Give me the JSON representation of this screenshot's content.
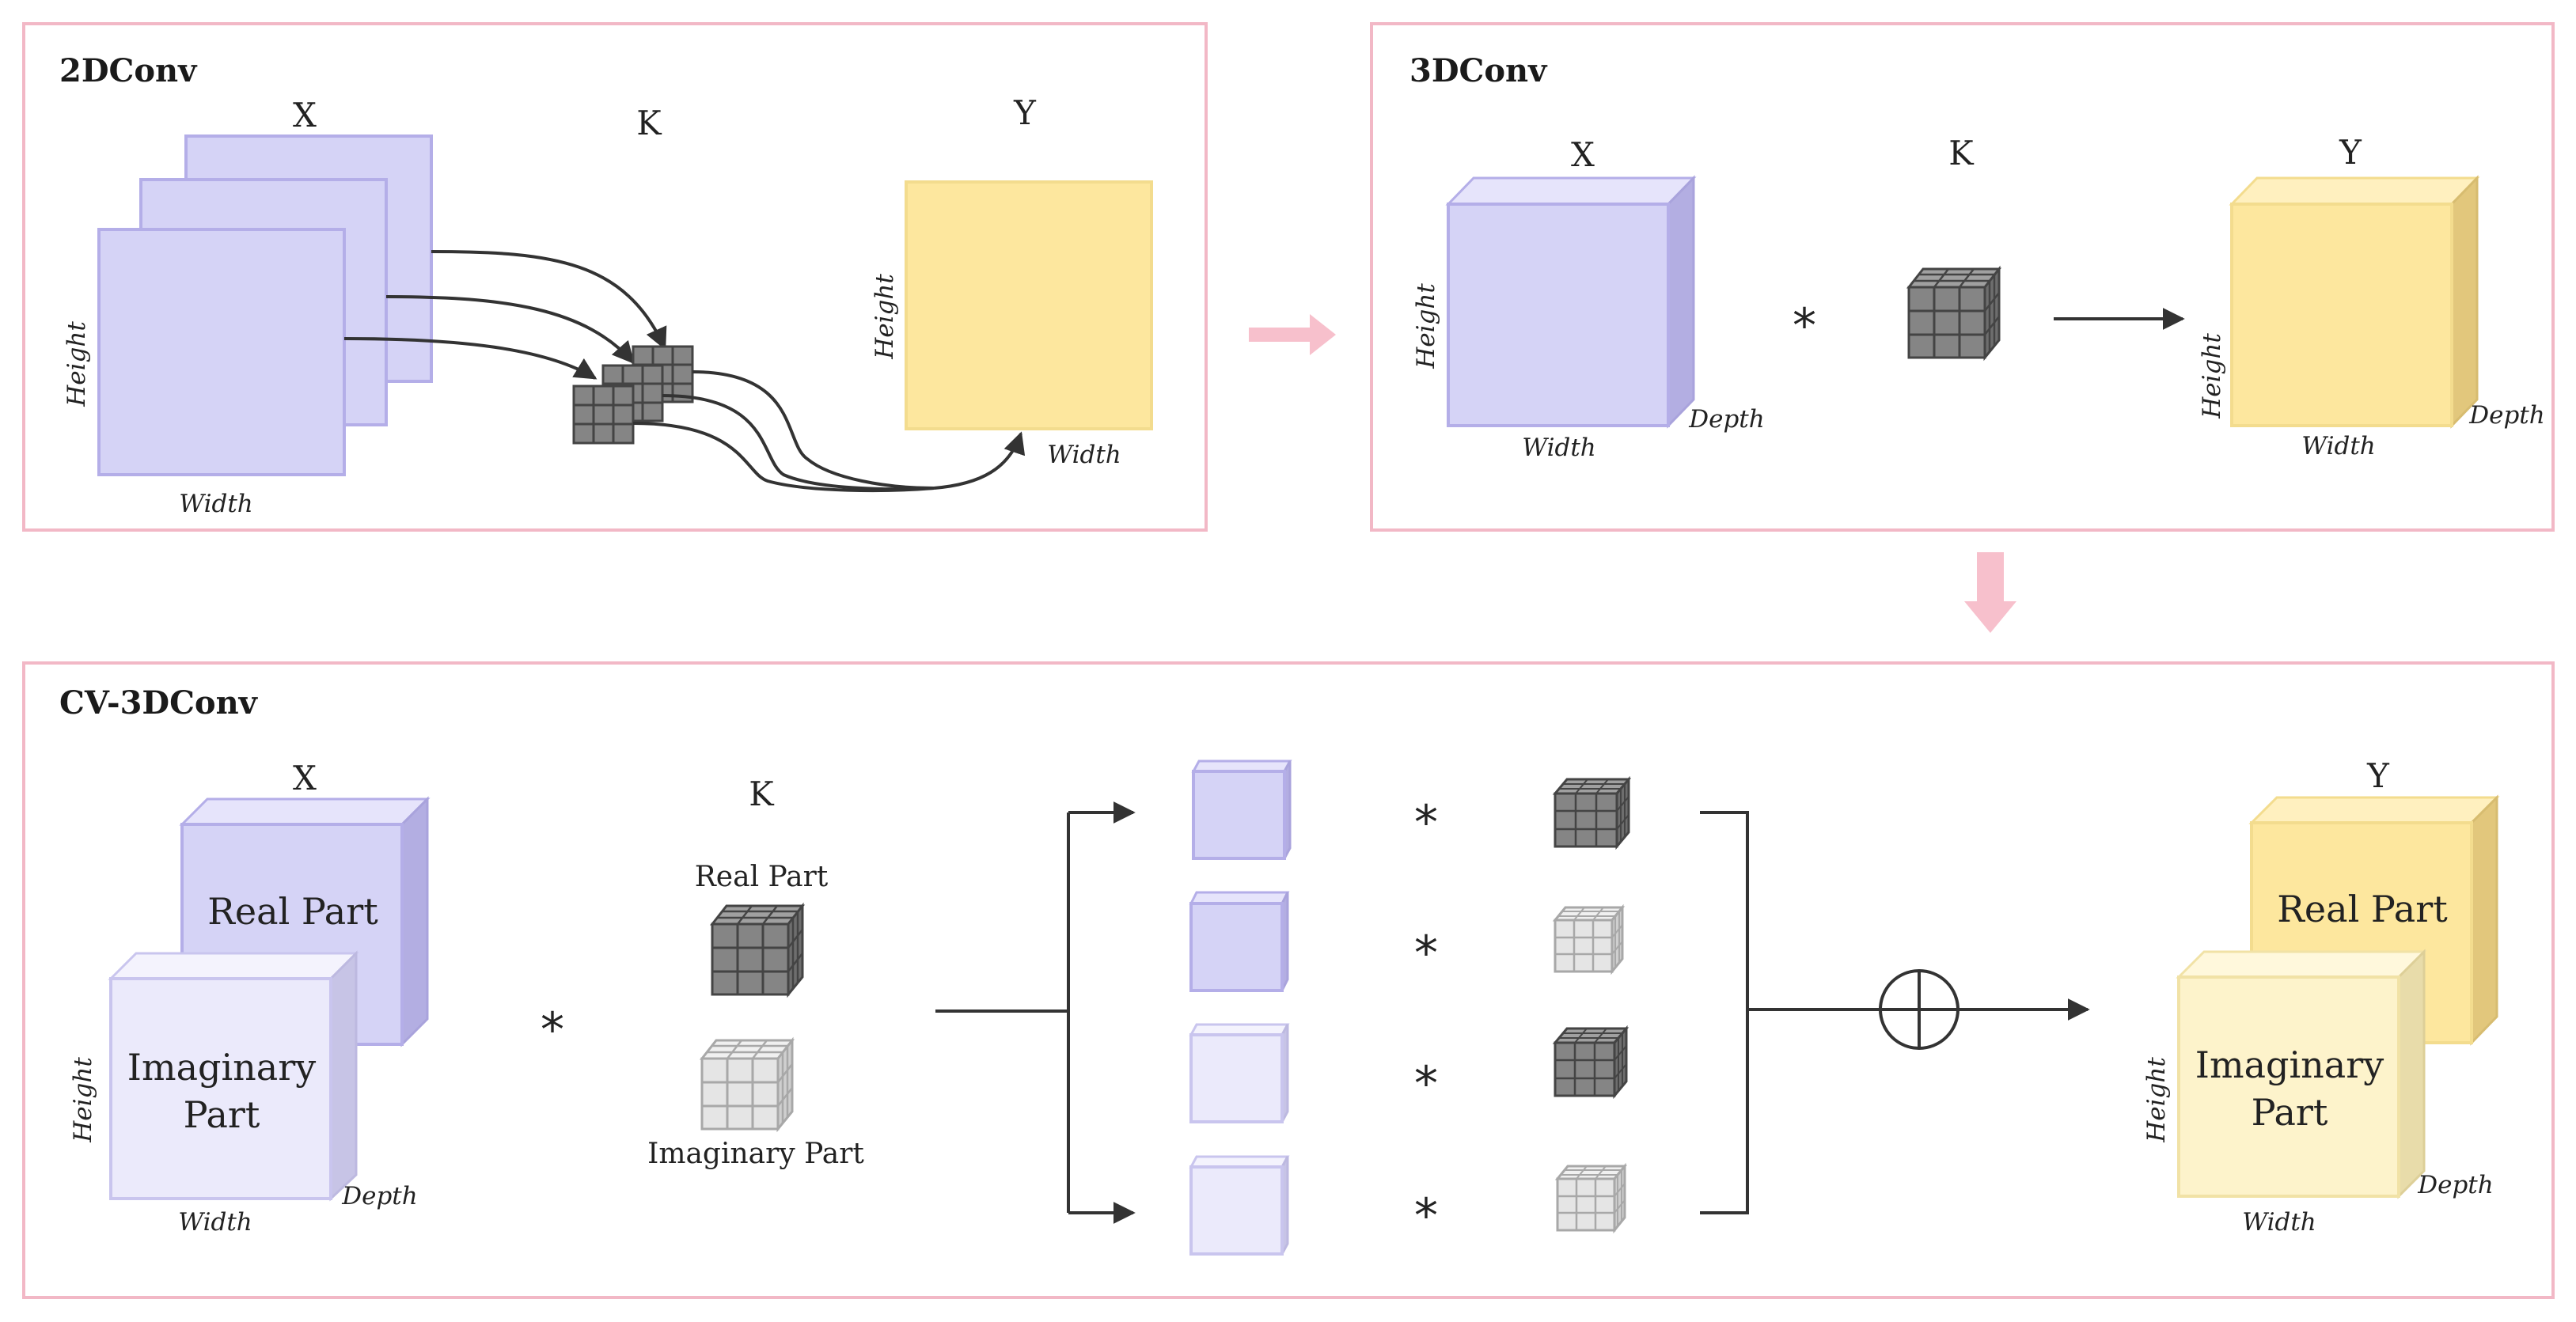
{
  "panels": {
    "conv2d": {
      "title": "2DConv",
      "x": "X",
      "k": "K",
      "y": "Y",
      "height": "Height",
      "width": "Width",
      "y_height": "Height",
      "y_width": "Width"
    },
    "conv3d": {
      "title": "3DConv",
      "x": "X",
      "k": "K",
      "y": "Y",
      "op": "*",
      "height": "Height",
      "width": "Width",
      "depth": "Depth",
      "y_height": "Height",
      "y_width": "Width",
      "y_depth": "Depth"
    },
    "cv3d": {
      "title": "CV-3DConv",
      "x": "X",
      "k": "K",
      "y": "Y",
      "op": "*",
      "x_real": [
        "Real Part"
      ],
      "x_imag": [
        "Imaginary",
        "Part"
      ],
      "k_real": "Real Part",
      "k_imag": "Imaginary Part",
      "y_real": [
        "Real Part"
      ],
      "y_imag": [
        "Imaginary",
        "Part"
      ],
      "height": "Height",
      "width": "Width",
      "depth": "Depth",
      "y_height": "Height",
      "y_width": "Width",
      "y_depth": "Depth",
      "ops": [
        "*",
        "*",
        "*",
        "*"
      ]
    }
  },
  "colors": {
    "panel_border": "#f2b8c6",
    "flow_arrow": "#f7c0cc",
    "purple_face": "#d5d3f6",
    "purple_side": "#b3aee2",
    "purple_top": "#e6e4fb",
    "purple_edge": "#b4aee8",
    "lilac_face": "#ebeafb",
    "lilac_side": "#c7c4e6",
    "lilac_top": "#f4f3fd",
    "yellow_face": "#fde79e",
    "yellow_side": "#e2c77c",
    "yellow_top": "#fff0bf",
    "yellow_edge": "#f3dc8e",
    "cream_face": "#fdf3cb",
    "cream_side": "#e8dcaa",
    "kernel_dark": "#858585",
    "kernel_light": "#e5e5e5"
  }
}
